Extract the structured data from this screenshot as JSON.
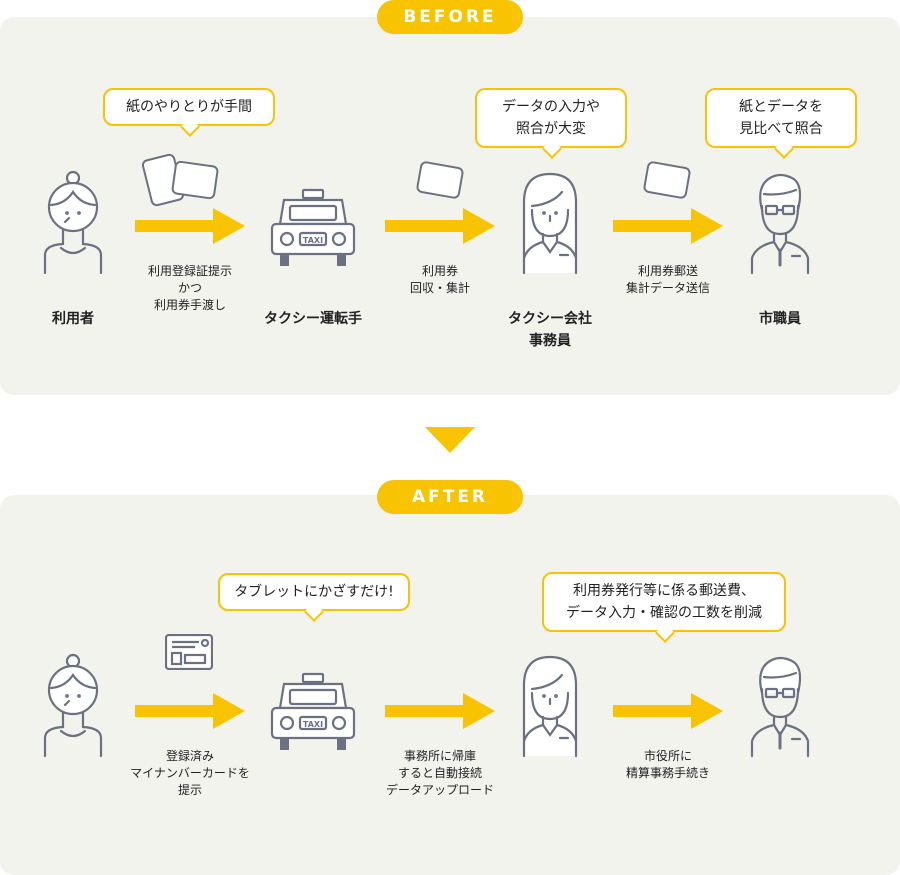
{
  "colors": {
    "accent": "#f8c300",
    "panel": "#f3f3ee",
    "icon": "#6b7180"
  },
  "before": {
    "label": "BEFORE",
    "bubbles": [
      "紙のやりとりが手間",
      "データの入力や\n照合が大変",
      "紙とデータを\n見比べて照合"
    ],
    "actors": [
      "利用者",
      "タクシー運転手",
      "タクシー会社\n事務員",
      "市職員"
    ],
    "steps": [
      "利用登録証提示\nかつ\n利用券手渡し",
      "利用券\n回収・集計",
      "利用券郵送\n集計データ送信"
    ]
  },
  "after": {
    "label": "AFTER",
    "bubbles": [
      "タブレットにかざすだけ!",
      "利用券発行等に係る郵送費、\nデータ入力・確認の工数を削減"
    ],
    "steps": [
      "登録済み\nマイナンバーカードを\n提示",
      "事務所に帰庫\nすると自動接続\nデータアップロード",
      "市役所に\n精算事務手続き"
    ]
  },
  "taxi_sign": "TAXI"
}
